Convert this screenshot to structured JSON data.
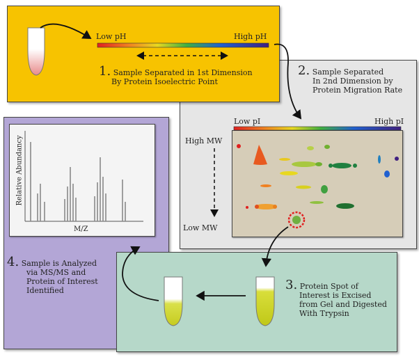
{
  "step1": {
    "number": "1.",
    "line1": "Sample Separated in 1st Dimension",
    "line2": "By Protein Isoelectric Point"
  },
  "step2": {
    "number": "2.",
    "line1": "Sample Separated",
    "line2": "In 2nd Dimension by",
    "line3": "Protein Migration Rate"
  },
  "step3": {
    "number": "3.",
    "line1": "Protein Spot of",
    "line2": "Interest is Excised",
    "line3": "from Gel and Digested",
    "line4": "With Trypsin"
  },
  "step4": {
    "number": "4.",
    "line1": "Sample is Analyzed",
    "line2": "via MS/MS and",
    "line3": "Protein of Interest",
    "line4": "Identified"
  },
  "ph_bar": {
    "low_label": "Low pH",
    "high_label": "High pH"
  },
  "gel": {
    "low_pi_label": "Low pI",
    "high_pi_label": "High pI",
    "high_mw_label": "High MW",
    "low_mw_label": "Low MW"
  },
  "spectrum": {
    "ylabel": "Relative Abundancy",
    "xlabel": "M/Z"
  },
  "colors": {
    "step1_bg": "#f7c300",
    "step2_bg": "#e6e6e6",
    "step3_bg": "#b6d8c9",
    "step4_bg": "#b3a6d6",
    "gel_bg": "#d6cdb8"
  }
}
